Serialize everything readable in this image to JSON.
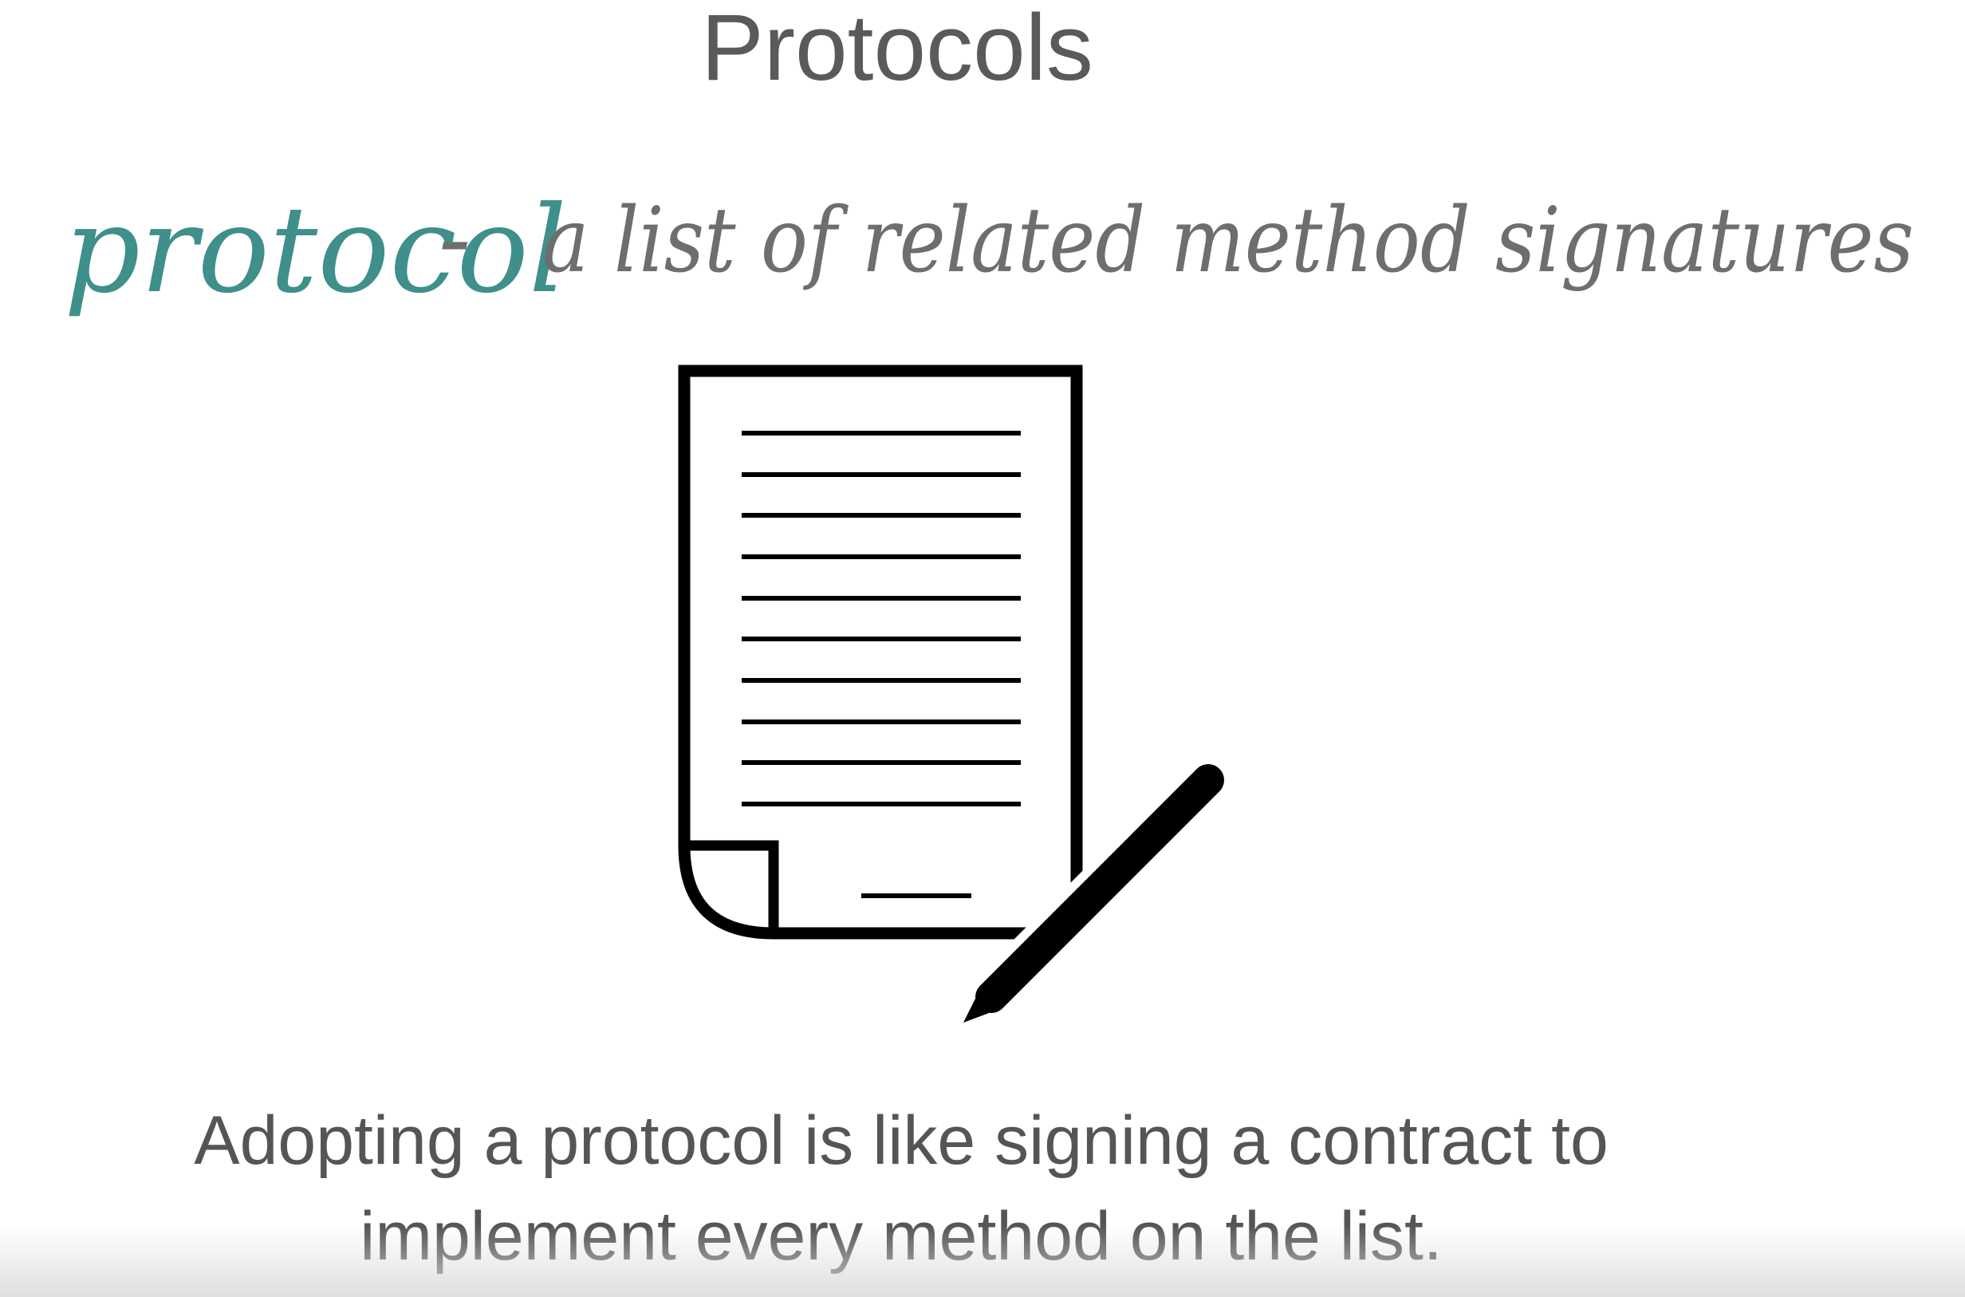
{
  "slide": {
    "title": "Protocols",
    "definition": {
      "term": "protocol",
      "separator": "-",
      "text": "a list of related method signatures"
    },
    "illustration_icon": "contract-signing-icon",
    "caption": {
      "line1": "Adopting a protocol is like signing a contract to",
      "line2": "implement every method on the list."
    }
  },
  "colors": {
    "term": "#3f8f8b",
    "definition_text": "#6e6e6e",
    "title": "#5a5a5a",
    "caption": "#555555",
    "icon": "#000000"
  }
}
